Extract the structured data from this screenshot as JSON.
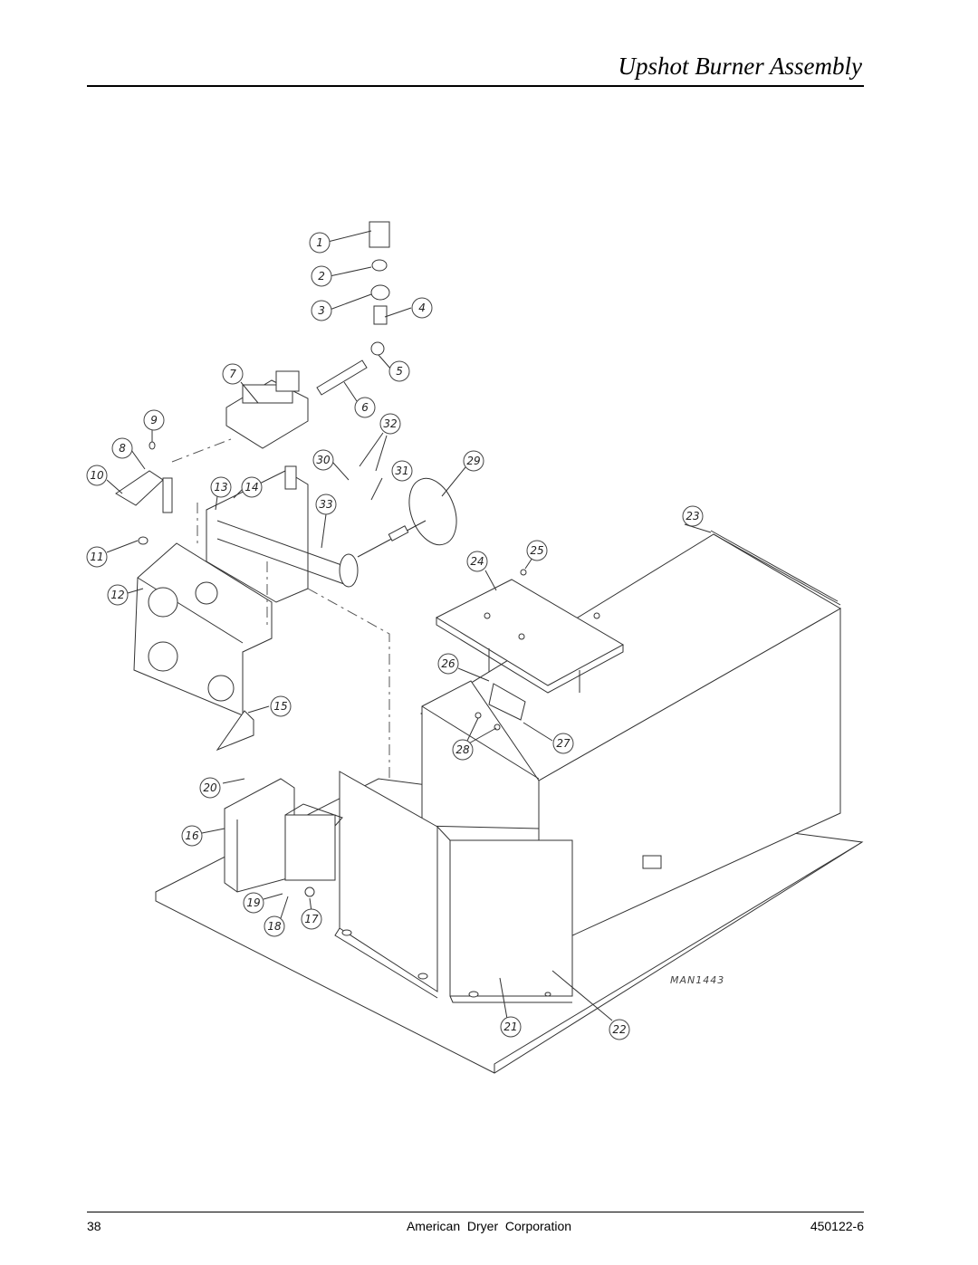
{
  "header": {
    "title": "Upshot Burner Assembly"
  },
  "diagram": {
    "drawing_id": "MAN1443",
    "callouts": [
      "1",
      "2",
      "3",
      "4",
      "5",
      "6",
      "7",
      "8",
      "9",
      "10",
      "11",
      "12",
      "13",
      "14",
      "15",
      "16",
      "17",
      "18",
      "19",
      "20",
      "21",
      "22",
      "23",
      "24",
      "25",
      "26",
      "27",
      "28",
      "29",
      "30",
      "31",
      "32",
      "33"
    ]
  },
  "footer": {
    "page_number": "38",
    "company": "American  Dryer  Corporation",
    "doc_number": "450122-6"
  }
}
